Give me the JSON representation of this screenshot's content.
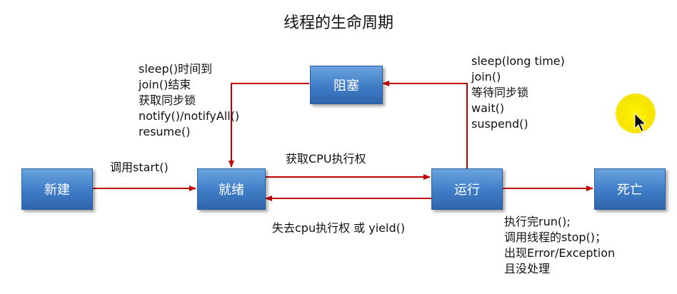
{
  "title": "线程的生命周期",
  "states": {
    "new": "新建",
    "runnable": "就绪",
    "blocked": "阻塞",
    "running": "运行",
    "dead": "死亡"
  },
  "labels": {
    "start": "调用start()",
    "get_cpu": "获取CPU执行权",
    "lose_cpu": "失去cpu执行权 或 yield()",
    "unblock": [
      "sleep()时间到",
      "join()结束",
      "获取同步锁",
      "notify()/notifyAll()",
      "resume()"
    ],
    "block": [
      "sleep(long time)",
      "join()",
      "等待同步锁",
      "wait()",
      "suspend()"
    ],
    "terminate": [
      "执行完run();",
      "调用线程的stop()；",
      "出现Error/Exception",
      "且没处理"
    ]
  },
  "colors": {
    "arrow": "#c00000",
    "box_top": "#6aa3de",
    "box_bottom": "#2f66ad",
    "highlight": "#f6e400"
  }
}
